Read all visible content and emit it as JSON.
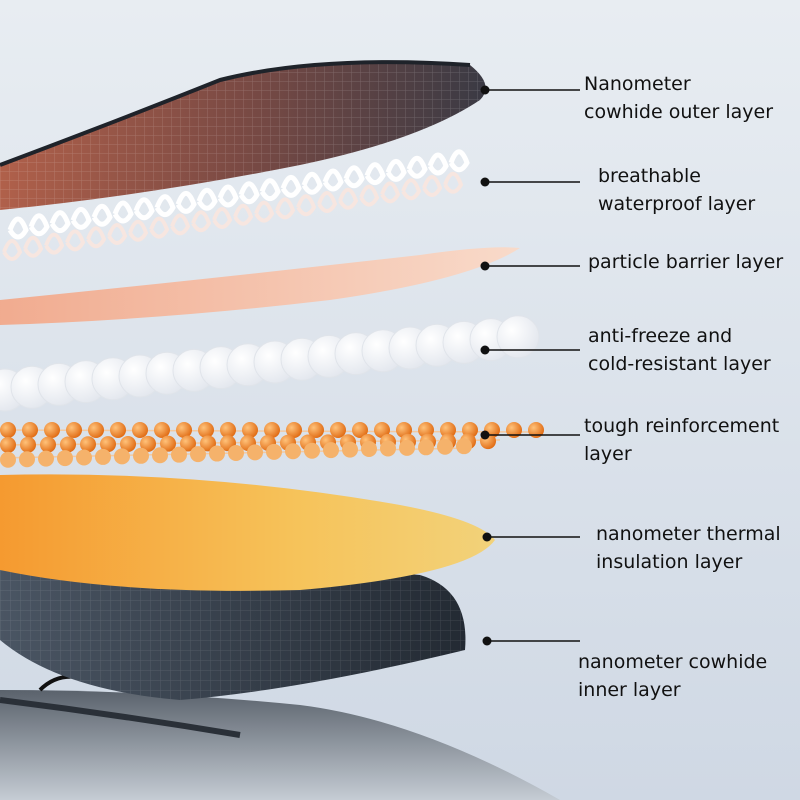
{
  "colors": {
    "background_top": "#e6ebf0",
    "background_bottom": "#d3dbe6",
    "leather_dark": "#2b2f38",
    "leather_brown": "#8a4a3c",
    "waterproof_fiber": "#ffffff",
    "particle_barrier": "#f7c2a4",
    "antifreeze_balls": "#ffffff",
    "reinforcement_beads": "#f08a2c",
    "thermal_insulation": "#f4b84a",
    "leader_line": "#111111"
  },
  "layers": [
    {
      "id": "outer",
      "label": "Nanometer\ncowhide outer layer",
      "icon": "dark-leather-sheet"
    },
    {
      "id": "waterproof",
      "label": "breathable\nwaterproof layer",
      "icon": "white-fiber-mesh"
    },
    {
      "id": "particle",
      "label": "particle barrier layer",
      "icon": "peach-membrane"
    },
    {
      "id": "antifreeze",
      "label": "anti-freeze and\ncold-resistant layer",
      "icon": "white-ball-chain"
    },
    {
      "id": "reinforcement",
      "label": "tough reinforcement\nlayer",
      "icon": "orange-bead-strings"
    },
    {
      "id": "thermal",
      "label": "nanometer thermal\ninsulation layer",
      "icon": "yellow-foam-sheet"
    },
    {
      "id": "inner",
      "label": "nanometer cowhide\ninner layer",
      "icon": "dark-grid-sheet"
    }
  ]
}
